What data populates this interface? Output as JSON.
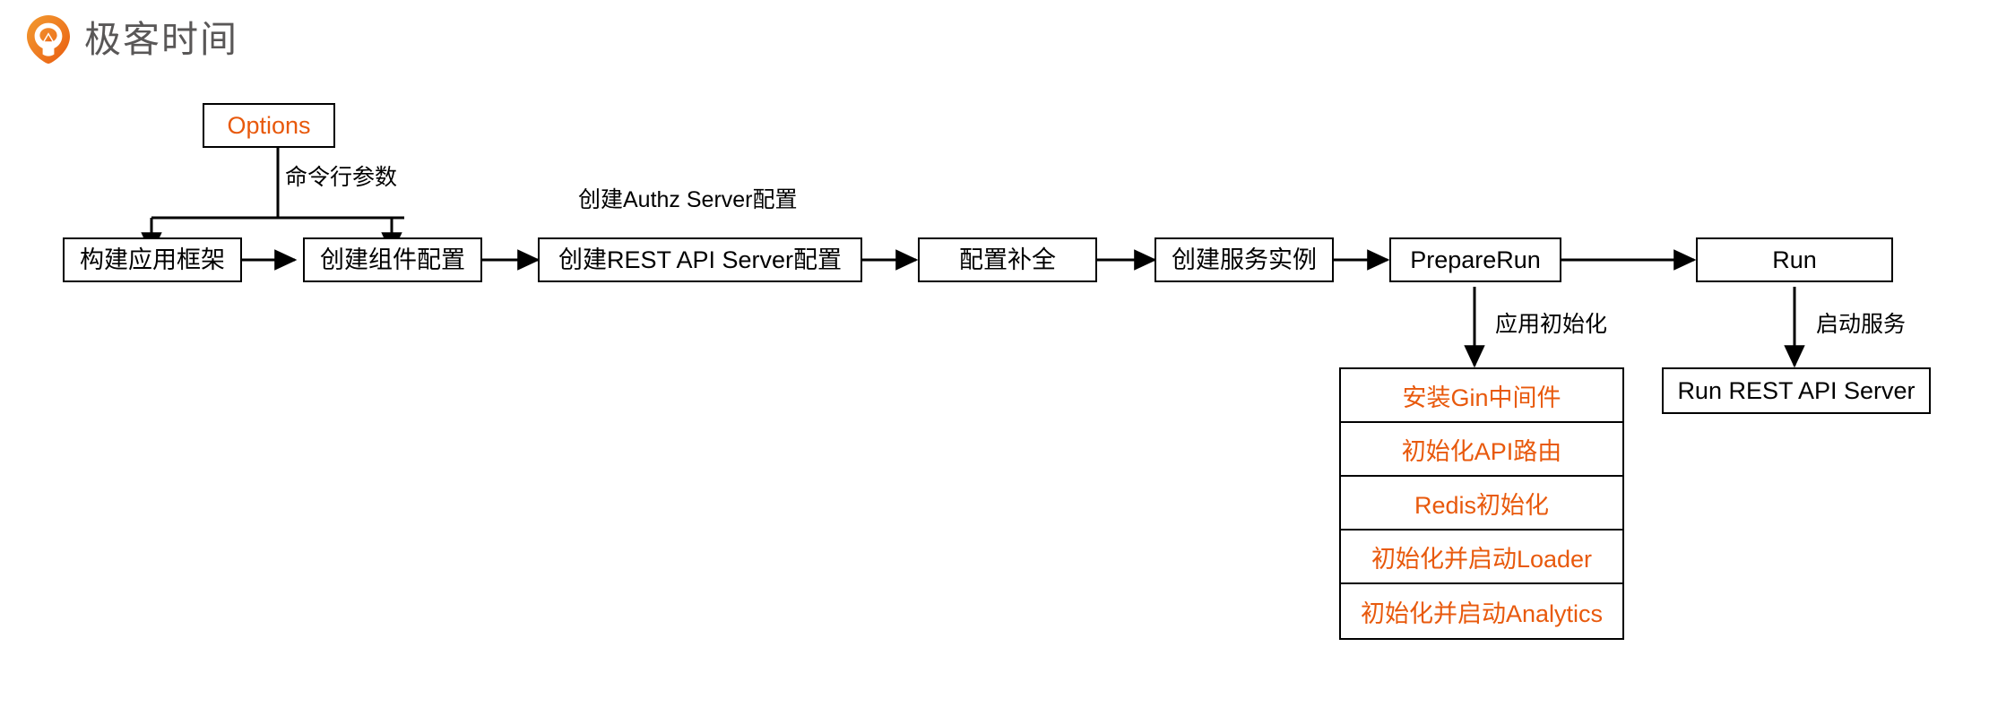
{
  "brand": {
    "logo_icon": "geek-time-pin-logo",
    "name": "极客时间",
    "logo_color": "#EE7B22"
  },
  "colors": {
    "accent_orange": "#E8590C",
    "stroke_black": "#000000",
    "brand_gray": "#595757",
    "background": "#FFFFFF"
  },
  "diagram": {
    "type": "flowchart",
    "options_node": {
      "label": "Options",
      "color": "#E8590C"
    },
    "main_flow": [
      {
        "id": "build-app-framework",
        "label": "构建应用框架"
      },
      {
        "id": "create-component-config",
        "label": "创建组件配置"
      },
      {
        "id": "create-rest-api-server-config",
        "label": "创建REST API Server配置"
      },
      {
        "id": "config-completion",
        "label": "配置补全"
      },
      {
        "id": "create-service-instance",
        "label": "创建服务实例"
      },
      {
        "id": "prepare-run",
        "label": "PrepareRun"
      },
      {
        "id": "run",
        "label": "Run"
      }
    ],
    "edge_labels": [
      {
        "id": "cmdline-args",
        "text": "命令行参数"
      },
      {
        "id": "create-authz-server-config",
        "text": "创建Authz Server配置"
      },
      {
        "id": "app-initialization",
        "text": "应用初始化"
      },
      {
        "id": "start-service",
        "text": "启动服务"
      }
    ],
    "init_stack": {
      "source": "PrepareRun",
      "items": [
        "安装Gin中间件",
        "初始化API路由",
        "Redis初始化",
        "初始化并启动Loader",
        "初始化并启动Analytics"
      ]
    },
    "run_target": {
      "source": "Run",
      "label": "Run REST API Server"
    }
  }
}
